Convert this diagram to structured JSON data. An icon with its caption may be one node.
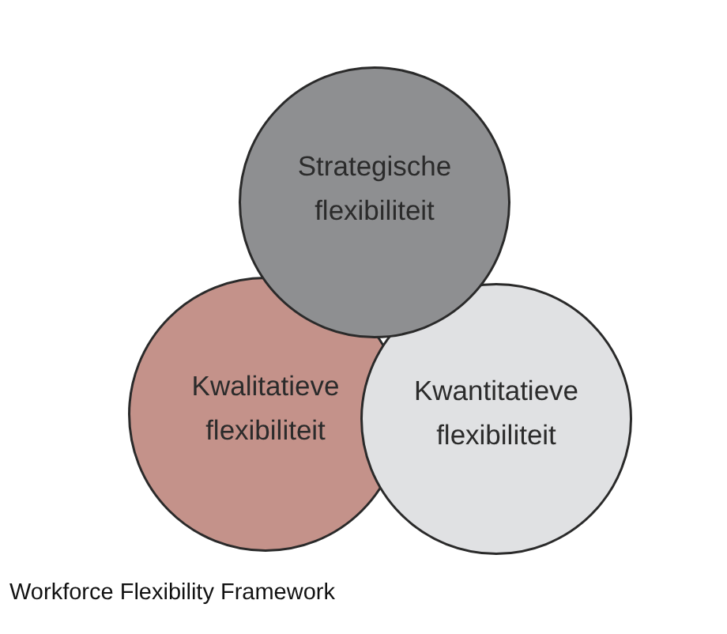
{
  "diagram": {
    "caption": "Workforce Flexibility Framework",
    "nodes": [
      {
        "text": [
          "Strategische flexibiliteit"
        ]
      },
      {
        "text": [
          "Kwalitatieve flexibiliteit"
        ]
      },
      {
        "text": [
          "Kwantitatieve flexibiliteit"
        ]
      }
    ]
  }
}
